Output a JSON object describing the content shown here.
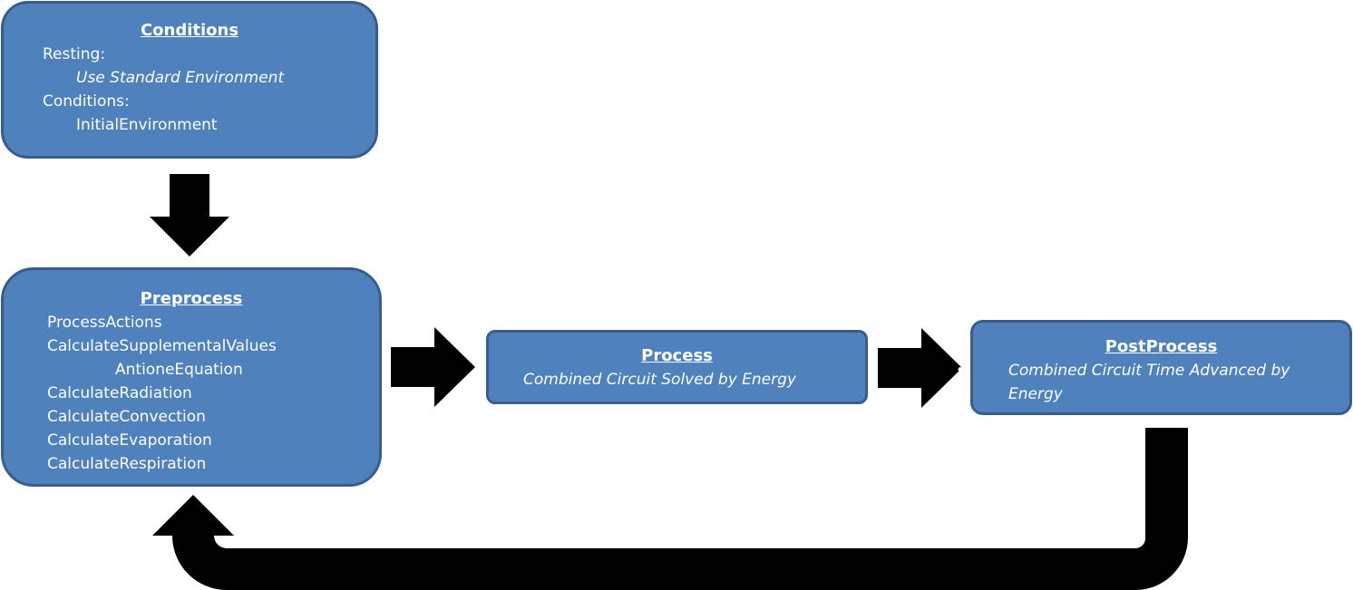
{
  "conditions": {
    "title": "Conditions",
    "items": [
      {
        "text": "Resting:",
        "level": 1,
        "italic": false
      },
      {
        "text": "Use Standard Environment",
        "level": 2,
        "italic": true
      },
      {
        "text": "Conditions:",
        "level": 1,
        "italic": false
      },
      {
        "text": "InitialEnvironment",
        "level": 2,
        "italic": false
      }
    ]
  },
  "preprocess": {
    "title": "Preprocess",
    "items": [
      {
        "text": "ProcessActions",
        "level": 1,
        "italic": false
      },
      {
        "text": "CalculateSupplementalValues",
        "level": 1,
        "italic": false
      },
      {
        "text": "AntioneEquation",
        "level": 2,
        "italic": false
      },
      {
        "text": "CalculateRadiation",
        "level": 1,
        "italic": false
      },
      {
        "text": "CalculateConvection",
        "level": 1,
        "italic": false
      },
      {
        "text": "CalculateEvaporation",
        "level": 1,
        "italic": false
      },
      {
        "text": "CalculateRespiration",
        "level": 1,
        "italic": false
      }
    ]
  },
  "process": {
    "title": "Process",
    "items": [
      {
        "text": "Combined Circuit Solved by Energy",
        "level": 1,
        "italic": true
      }
    ]
  },
  "postprocess": {
    "title": "PostProcess",
    "items": [
      {
        "text": "Combined Circuit Time Advanced by Energy",
        "level": 1,
        "italic": true
      }
    ]
  },
  "colors": {
    "box_fill": "#4f81bd",
    "box_border": "#385d8a",
    "text": "#ffffff",
    "arrow": "#000000"
  }
}
